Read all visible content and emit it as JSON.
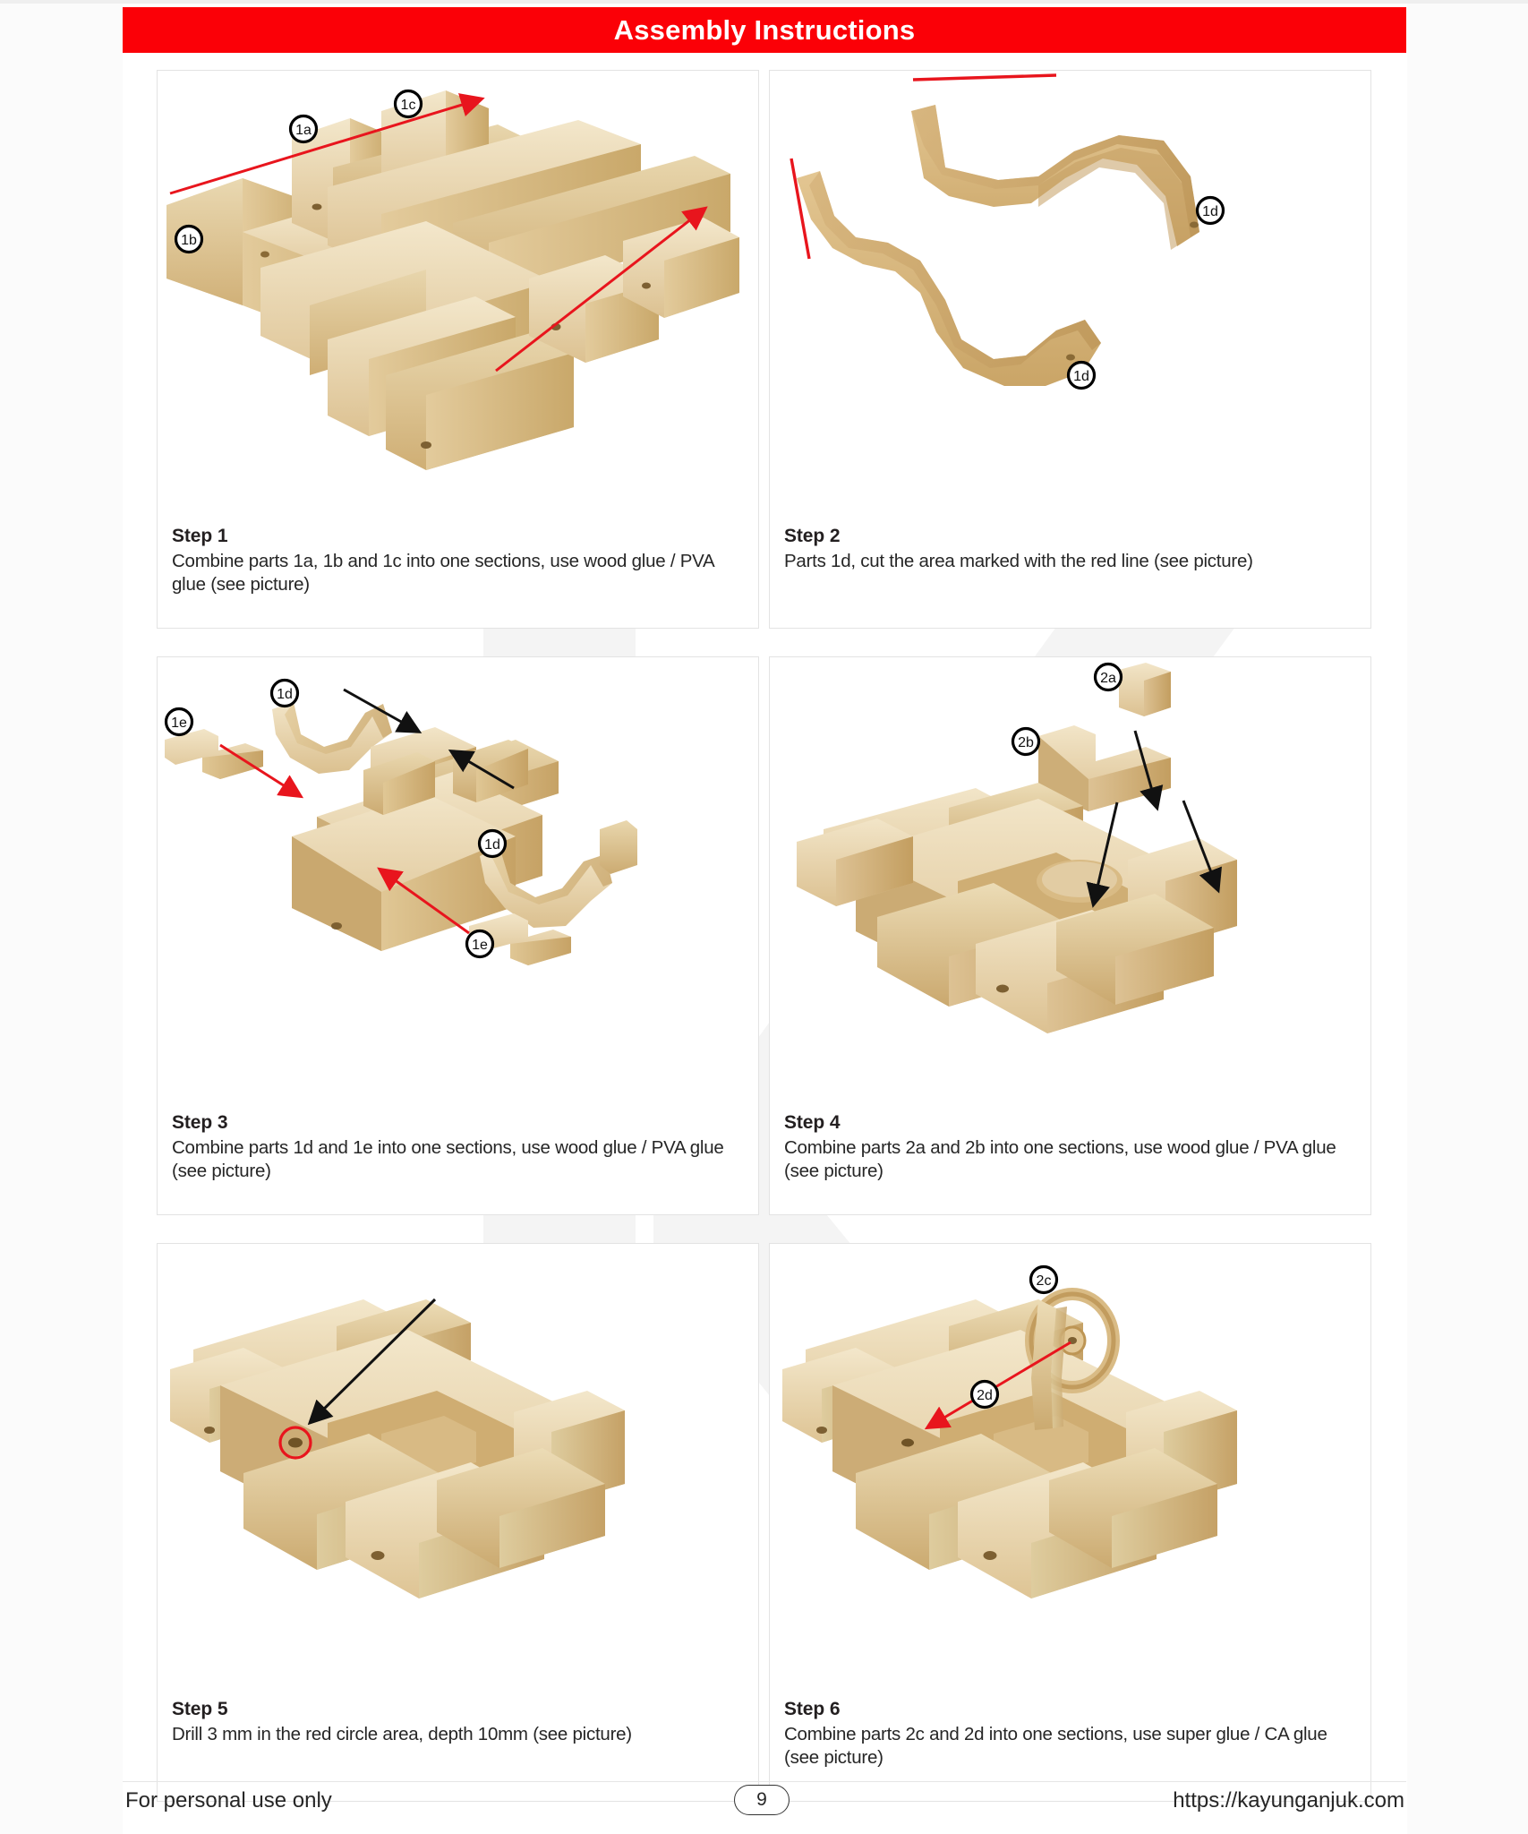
{
  "header": {
    "title": "Assembly Instructions",
    "bar_color": "#fb0007"
  },
  "colors": {
    "wood_light": "#f0e3c4",
    "wood_mid": "#ddc596",
    "wood_dark": "#c9a86a",
    "wood_shadow": "#b9914f",
    "arrow_red": "#e8151d",
    "arrow_black": "#111111",
    "label_ring": "#000000"
  },
  "steps": [
    {
      "id": "step-1",
      "title": "Step 1",
      "body": "Combine parts 1a, 1b and 1c  into one sections, use wood glue / PVA glue (see picture)",
      "part_labels": [
        "1a",
        "1b",
        "1c"
      ],
      "arrows": [
        "red",
        "red"
      ]
    },
    {
      "id": "step-2",
      "title": "Step 2",
      "body": "Parts 1d, cut the area marked with the red line (see picture)",
      "part_labels": [
        "1d",
        "1d"
      ],
      "arrows": []
    },
    {
      "id": "step-3",
      "title": "Step 3",
      "body": "Combine parts 1d and 1e into one sections, use wood glue / PVA glue (see picture)",
      "part_labels": [
        "1d",
        "1e",
        "1d",
        "1e"
      ],
      "arrows": [
        "black",
        "black",
        "red",
        "red"
      ]
    },
    {
      "id": "step-4",
      "title": "Step 4",
      "body": "Combine parts 2a and 2b into one sections, use wood glue / PVA glue (see picture)",
      "part_labels": [
        "2a",
        "2b"
      ],
      "arrows": [
        "black",
        "black"
      ]
    },
    {
      "id": "step-5",
      "title": "Step 5",
      "body": "Drill 3 mm in the red circle area, depth 10mm (see picture)",
      "part_labels": [],
      "arrows": [
        "black"
      ]
    },
    {
      "id": "step-6",
      "title": "Step 6",
      "body": "Combine parts 2c and 2d into one sections, use super glue / CA glue (see picture)",
      "part_labels": [
        "2c",
        "2d"
      ],
      "arrows": [
        "red"
      ]
    }
  ],
  "footer": {
    "left": "For personal use only",
    "page": "9",
    "right": "https://kayunganjuk.com"
  }
}
